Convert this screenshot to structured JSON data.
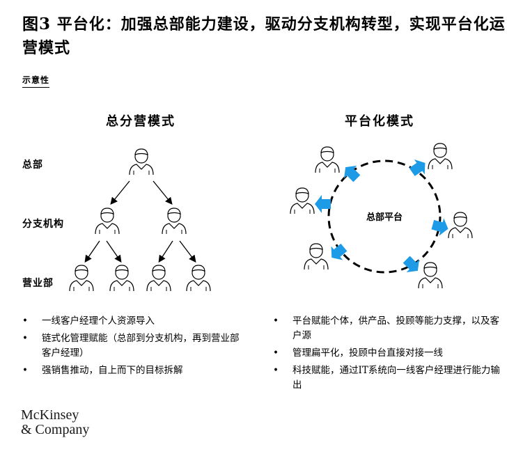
{
  "title": {
    "figure_prefix": "图",
    "figure_number": "3",
    "text": "平台化：加强总部能力建设，驱动分支机构转型，实现平台化运营模式"
  },
  "note": "示意性",
  "left_panel": {
    "heading": "总分营模式",
    "row_labels": [
      "总部",
      "分支机构",
      "营业部"
    ],
    "bullets": [
      "一线客户经理个人资源导入",
      "链式化管理赋能（总部到分支机构，再到营业部客户经理）",
      "强销售推动，自上而下的目标拆解"
    ]
  },
  "right_panel": {
    "heading": "平台化模式",
    "center_label": "总部平台",
    "bullets": [
      "平台赋能个体，供产品、投顾等能力支撑，以及客户源",
      "管理扁平化，投顾中台直接对接一线",
      "科技赋能，通过IT系统向一线客户经理进行能力输出"
    ]
  },
  "bullet_symbol": "•",
  "colors": {
    "arrow_blue": "#1e9be6",
    "ink": "#000000"
  },
  "logo": {
    "line1": "McKinsey",
    "line2": "& Company"
  }
}
